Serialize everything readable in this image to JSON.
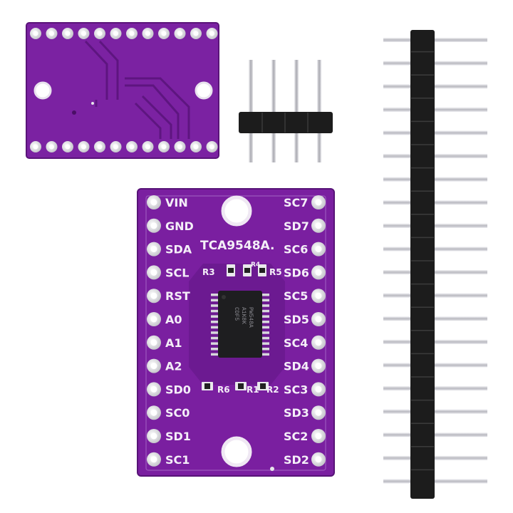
{
  "main_board": {
    "chip_name": "TCA9548A.",
    "left_pins": [
      "VIN",
      "GND",
      "SDA",
      "SCL",
      "RST",
      "A0",
      "A1",
      "A2",
      "SD0",
      "SC0",
      "SD1",
      "SC1"
    ],
    "right_pins": [
      "SC7",
      "SD7",
      "SC6",
      "SD6",
      "SC5",
      "SD5",
      "SC4",
      "SD4",
      "SC3",
      "SD3",
      "SC2",
      "SD2"
    ],
    "resistor_labels_top": [
      "R3",
      "R4",
      "R5"
    ],
    "resistor_labels_bottom": [
      "R6",
      "R1",
      "R2"
    ],
    "ic_marking": [
      "PW548A",
      "A1K8K",
      "CDF5"
    ]
  },
  "colors": {
    "pcb_purple": "#7a1fa0",
    "pcb_dark": "#5d157e",
    "pad_silver": "#e8e8ec",
    "header_black": "#1a1a1a",
    "pin_metal": "#cfcfd4"
  },
  "items": [
    "back-side-board",
    "4-pin-header",
    "long-pin-header",
    "tca9548a-board"
  ]
}
